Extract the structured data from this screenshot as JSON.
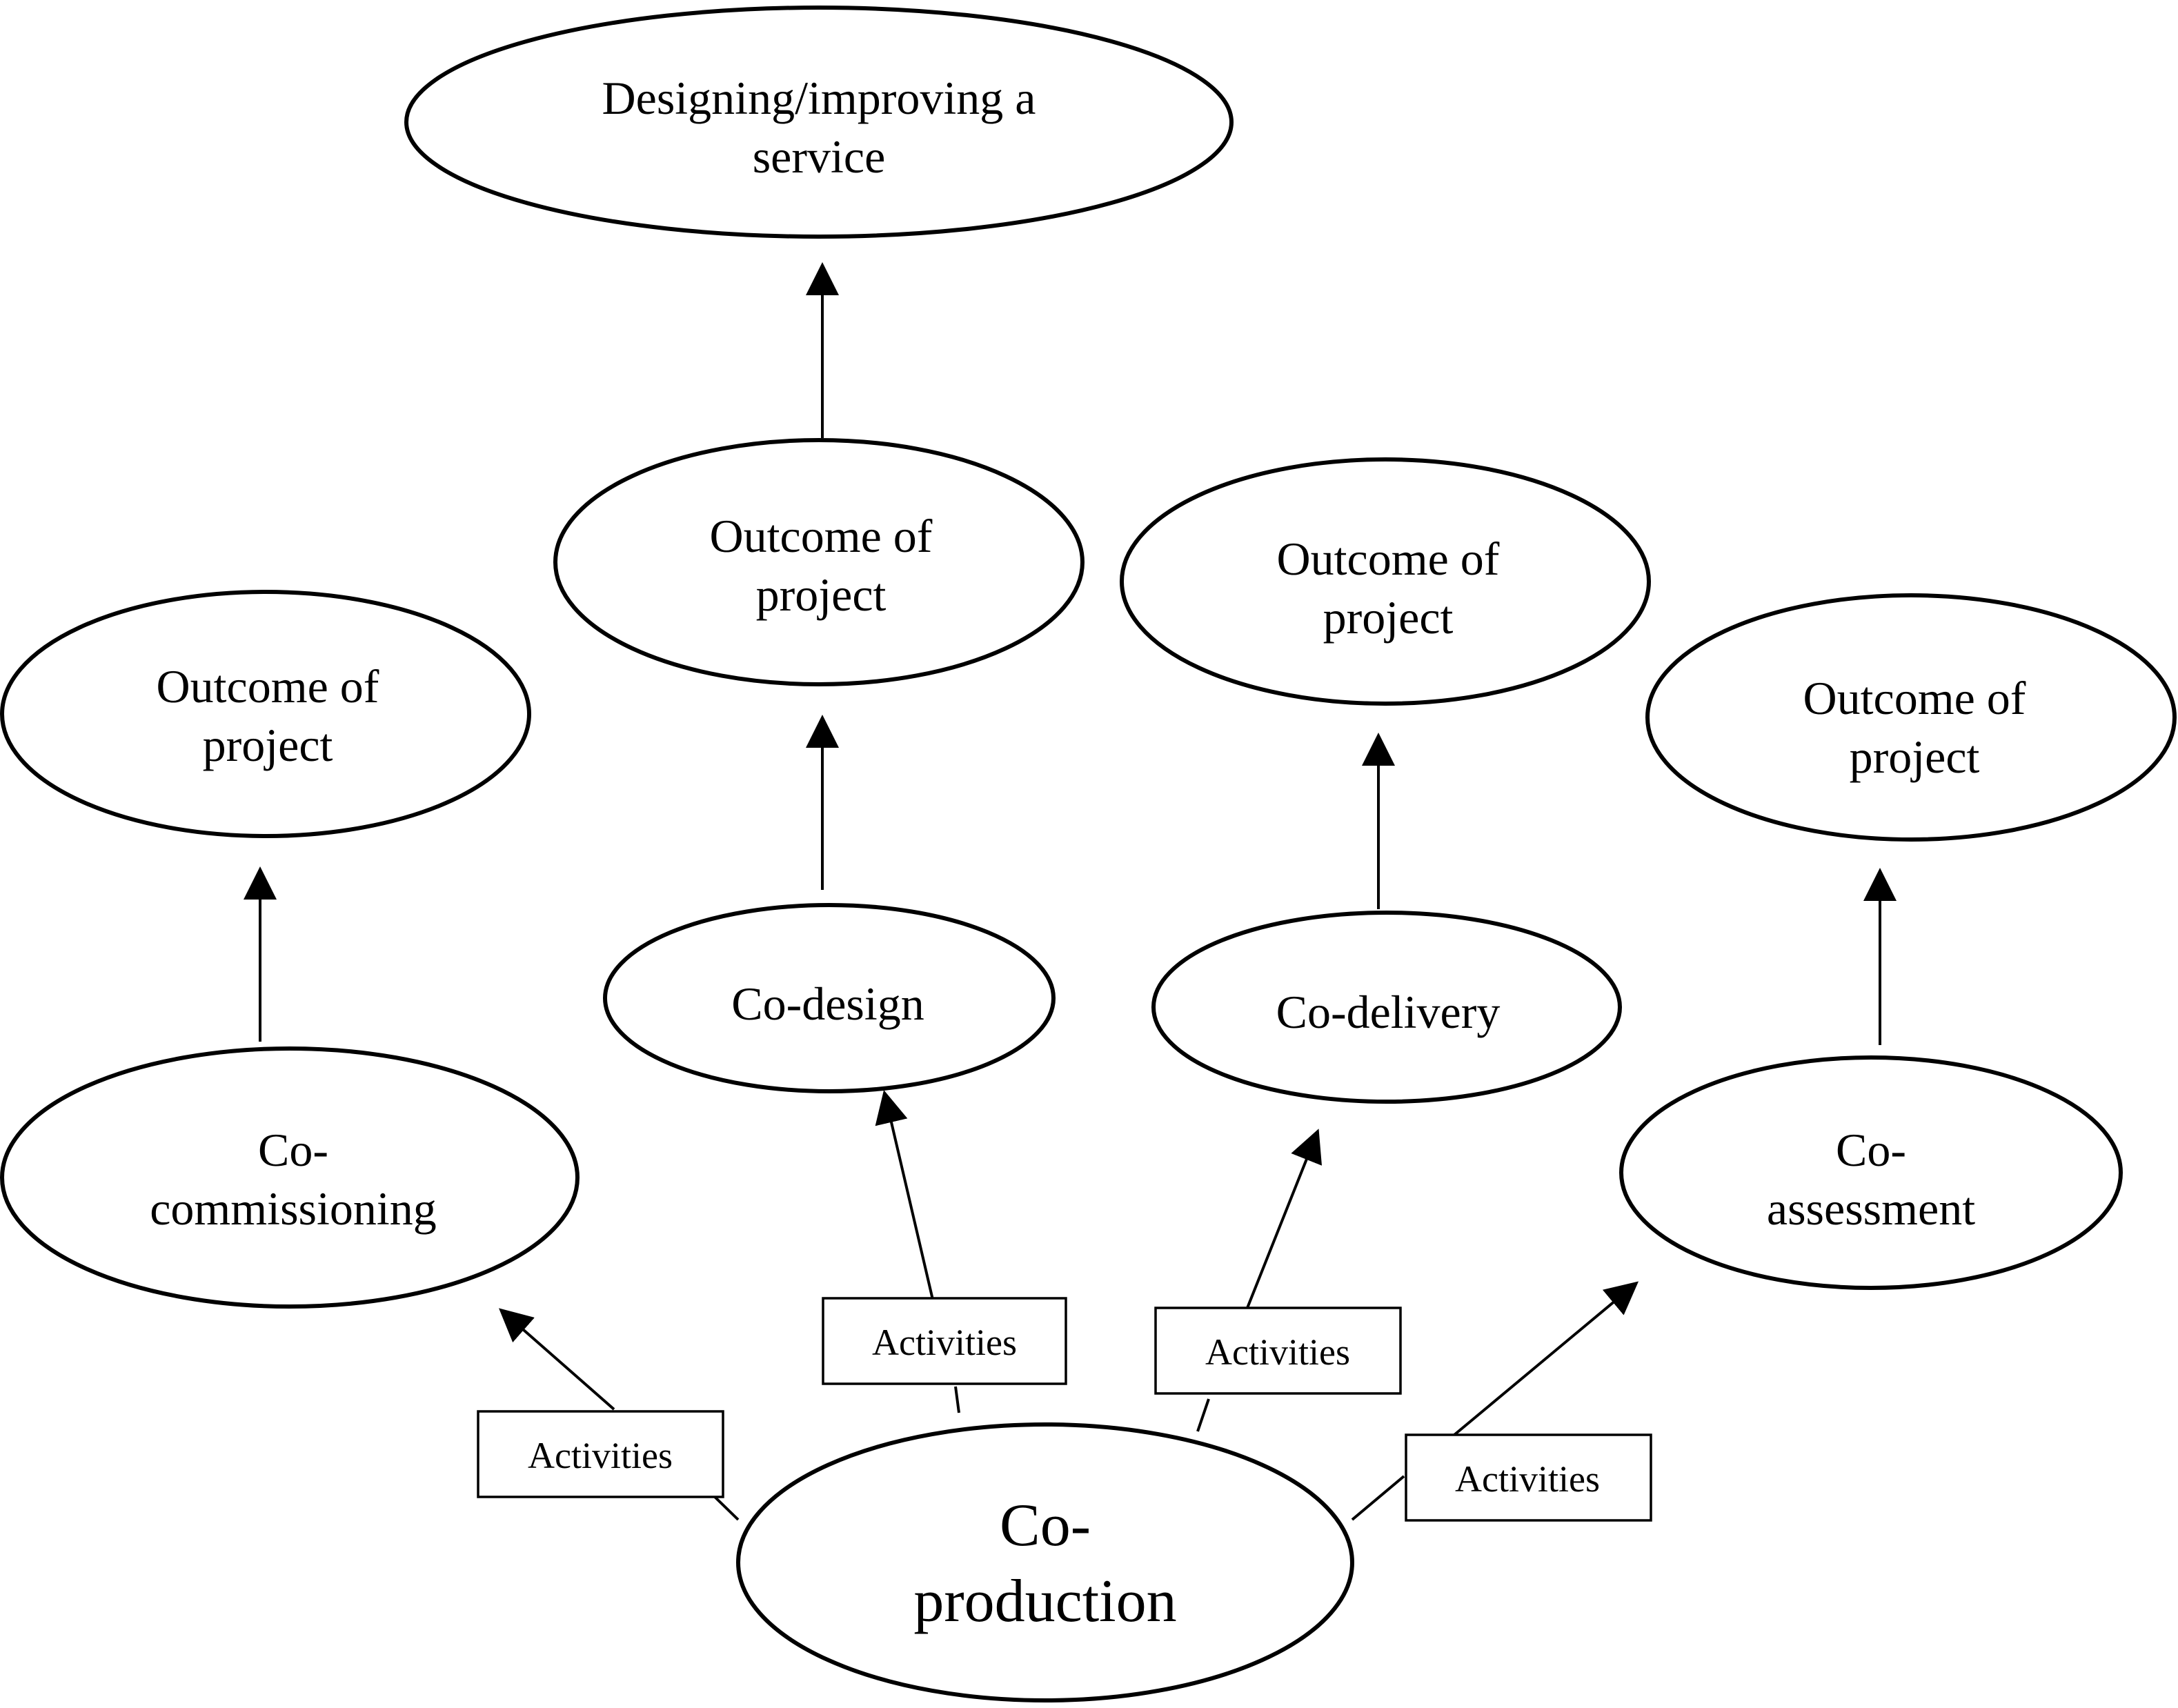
{
  "diagram": {
    "top": {
      "line1": "Designing/improving a",
      "line2": "service"
    },
    "outcome_codesign": {
      "line1": "Outcome of",
      "line2": "project"
    },
    "outcome_codelivery": {
      "line1": "Outcome of",
      "line2": "project"
    },
    "outcome_cocommissioning": {
      "line1": "Outcome of",
      "line2": "project"
    },
    "outcome_coassessment": {
      "line1": "Outcome of",
      "line2": "project"
    },
    "codesign": {
      "label": "Co-design"
    },
    "codelivery": {
      "label": "Co-delivery"
    },
    "cocommissioning": {
      "line1": "Co-",
      "line2": "commissioning"
    },
    "coassessment": {
      "line1": "Co-",
      "line2": "assessment"
    },
    "coproduction": {
      "line1": "Co-",
      "line2": "production"
    },
    "activities": [
      "Activities",
      "Activities",
      "Activities",
      "Activities"
    ]
  },
  "colors": {
    "stroke": "#000000",
    "fill": "#ffffff"
  }
}
